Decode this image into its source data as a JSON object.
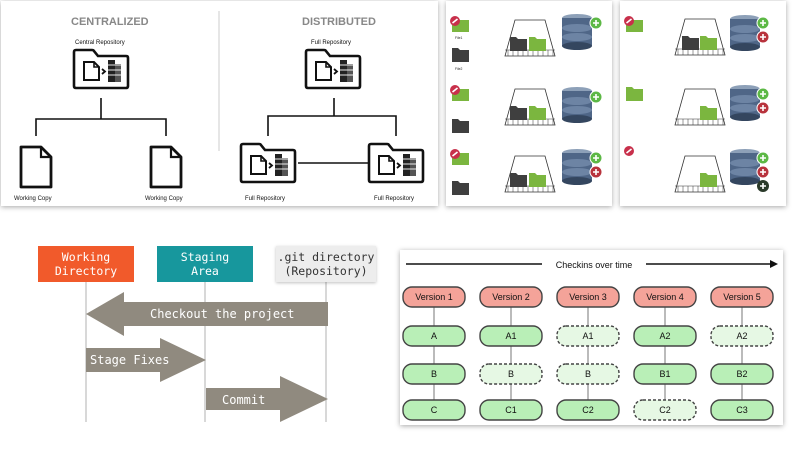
{
  "centralized": {
    "title": "CENTRALIZED",
    "repo_label": "Central Repository",
    "copy_left": "Working Copy",
    "copy_right": "Working Copy"
  },
  "distributed": {
    "title": "DISTRIBUTED",
    "top_label": "Full Repository",
    "left_label": "Full Repository",
    "right_label": "Full Repository"
  },
  "snapshot_panels": {
    "file_label": "File1",
    "file_label_2": "File2",
    "accent_green": "#7bb63f",
    "remove_red": "#c8304b"
  },
  "areas": {
    "working_label": "Working\nDirectory",
    "staging_label": "Staging\nArea",
    "git_label": ".git directory\n(Repository)",
    "working_color": "#f15a2b",
    "staging_color": "#17979d",
    "git_bg": "#ededed",
    "arrows": [
      {
        "label": "Checkout the project"
      },
      {
        "label": "Stage Fixes"
      },
      {
        "label": "Commit"
      }
    ]
  },
  "versions": {
    "axis_label": "Checkins over time",
    "columns": [
      {
        "version": "Version 1",
        "cells": [
          "A",
          "B",
          "C"
        ]
      },
      {
        "version": "Version 2",
        "cells": [
          "A1",
          "B",
          "C1"
        ]
      },
      {
        "version": "Version 3",
        "cells": [
          "A1",
          "B",
          "C2"
        ]
      },
      {
        "version": "Version 4",
        "cells": [
          "A2",
          "B1",
          "C2"
        ]
      },
      {
        "version": "Version 5",
        "cells": [
          "A2",
          "B2",
          "C3"
        ]
      }
    ],
    "dashed": [
      [
        false,
        false,
        false
      ],
      [
        false,
        true,
        false
      ],
      [
        true,
        true,
        false
      ],
      [
        false,
        false,
        true
      ],
      [
        true,
        false,
        false
      ]
    ],
    "header_color": "#f4a399",
    "cell_color": "#b9efb7"
  }
}
